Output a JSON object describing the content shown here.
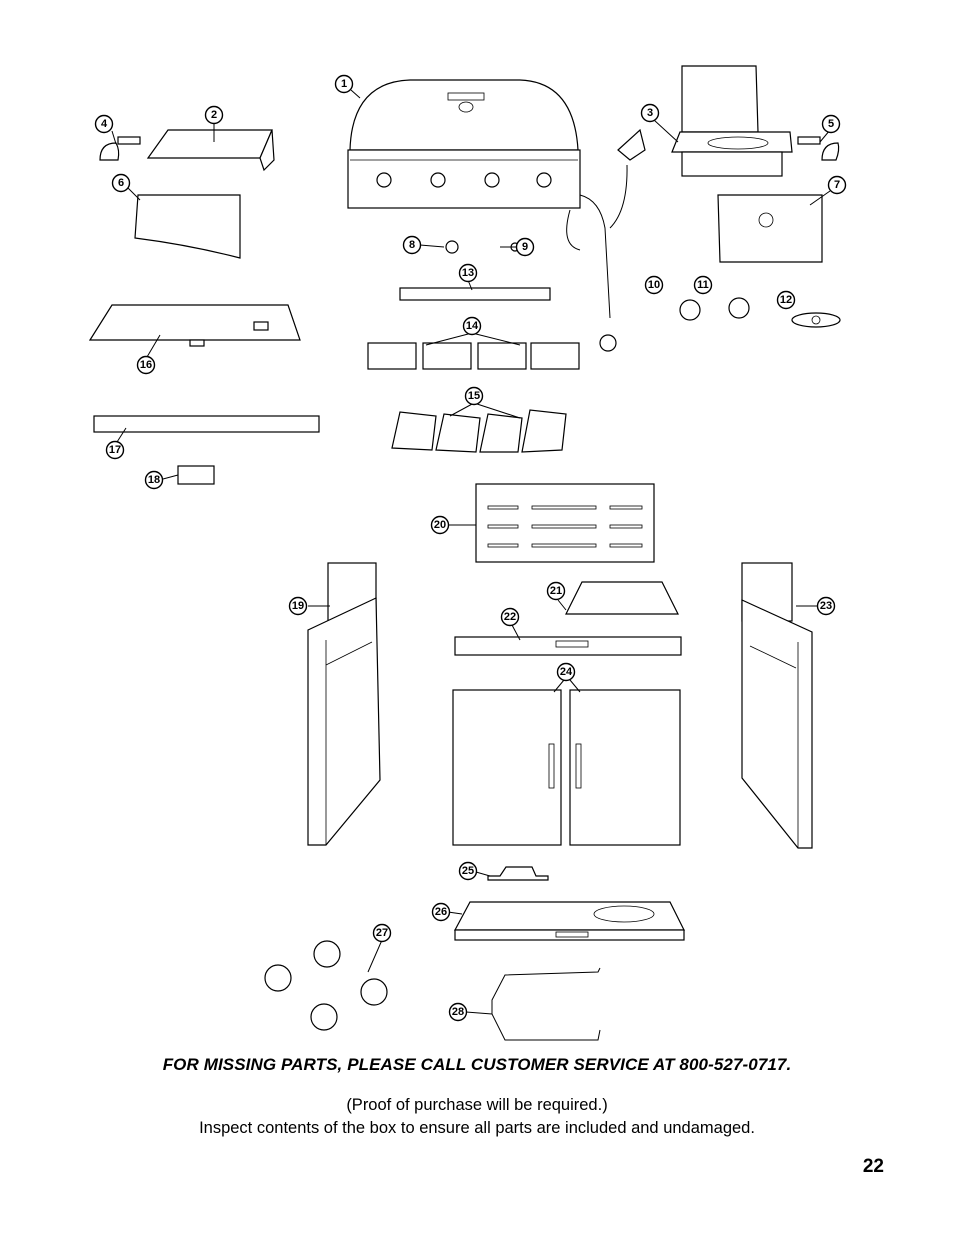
{
  "callouts": [
    "1",
    "2",
    "3",
    "4",
    "5",
    "6",
    "7",
    "8",
    "9",
    "10",
    "11",
    "12",
    "13",
    "14",
    "15",
    "16",
    "17",
    "18",
    "19",
    "20",
    "21",
    "22",
    "23",
    "24",
    "25",
    "26",
    "27",
    "28"
  ],
  "notice": {
    "missing_parts": "FOR MISSING PARTS, PLEASE CALL CUSTOMER SERVICE AT 800-527-0717.",
    "proof": "(Proof of purchase will be required.)",
    "inspect": "Inspect contents of the box to ensure all parts are included and undamaged."
  },
  "page_number": "22"
}
